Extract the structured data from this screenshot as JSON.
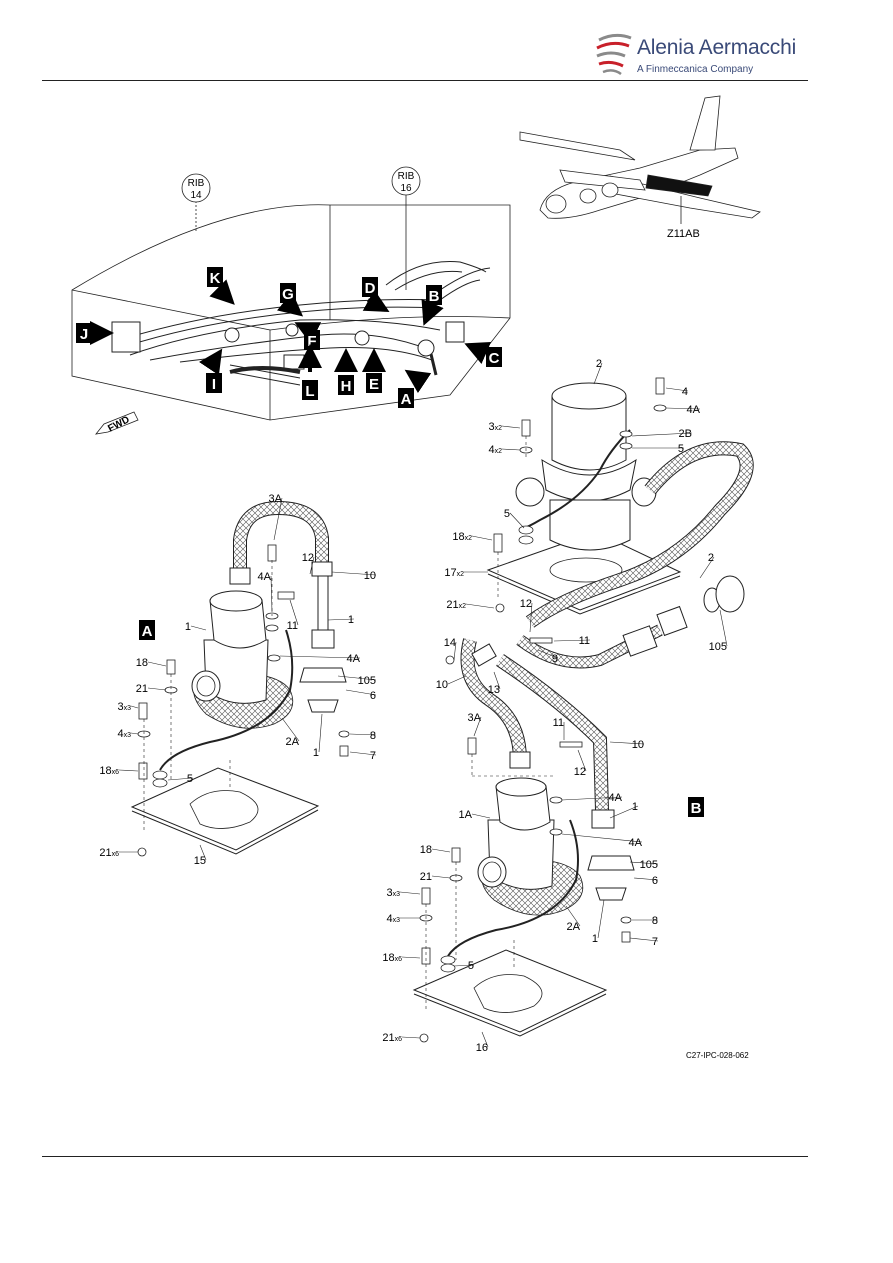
{
  "header": {
    "brand_name": "Alenia Aermacchi",
    "brand_subtitle": "A Finmeccanica Company",
    "brand_colors": {
      "primary": "#3a4a78",
      "swoosh_red": "#c8202a",
      "swoosh_gray": "#8a8a8a"
    }
  },
  "overview": {
    "rib_14": [
      "RIB",
      "14"
    ],
    "rib_16": [
      "RIB",
      "16"
    ],
    "fwd_label": "FWD",
    "zone_label": "Z11AB",
    "location_markers": [
      "A",
      "B",
      "C",
      "D",
      "E",
      "F",
      "G",
      "H",
      "I",
      "J",
      "K",
      "L"
    ]
  },
  "view_a": {
    "marker": "A",
    "callouts": {
      "c3A": "3A",
      "c12": "12",
      "c10": "10",
      "c4A_top": "4A",
      "c1_left": "1",
      "c11": "11",
      "c1_right": "1",
      "c4A_mid": "4A",
      "c18": "18",
      "c105": "105",
      "c21": "21",
      "c6": "6",
      "c3": "3",
      "c3_qty": "x3",
      "c2A": "2A",
      "c4": "4",
      "c4_qty": "x3",
      "c8": "8",
      "c1_bottom": "1",
      "c7": "7",
      "c18b": "18",
      "c18b_qty": "x6",
      "c5": "5",
      "c21b": "21",
      "c21b_qty": "x6",
      "c15": "15"
    }
  },
  "view_b": {
    "marker": "B",
    "callouts": {
      "c2_top": "2",
      "c4_top": "4",
      "c4A_top": "4A",
      "c3": "3",
      "c3_qty": "x2",
      "c2B": "2B",
      "c4": "4",
      "c4_qty": "x2",
      "c5_top": "5",
      "c5_mid": "5",
      "c18": "18",
      "c18_qty": "x2",
      "c17": "17",
      "c17_qty": "x2",
      "c2_right": "2",
      "c21": "21",
      "c21_qty": "x2",
      "c12_top": "12",
      "c105_top": "105",
      "c11_top": "11",
      "c14": "14",
      "c9": "9",
      "c10_left": "10",
      "c13": "13",
      "c3A": "3A",
      "c11_mid": "11",
      "c10_right": "10",
      "c12_mid": "12",
      "c4A_a": "4A",
      "c1_right": "1",
      "c1A": "1A",
      "c4A_b": "4A",
      "c18b": "18",
      "c105": "105",
      "c6": "6",
      "c21b": "21",
      "c3b": "3",
      "c3b_qty": "x3",
      "c8": "8",
      "c4b": "4",
      "c4b_qty": "x3",
      "c2A": "2A",
      "c1_bottom": "1",
      "c7": "7",
      "c18c": "18",
      "c18c_qty": "x6",
      "c5b": "5",
      "c21c": "21",
      "c21c_qty": "x6",
      "c16": "16"
    }
  },
  "figure_code": "C27-IPC-028-062"
}
